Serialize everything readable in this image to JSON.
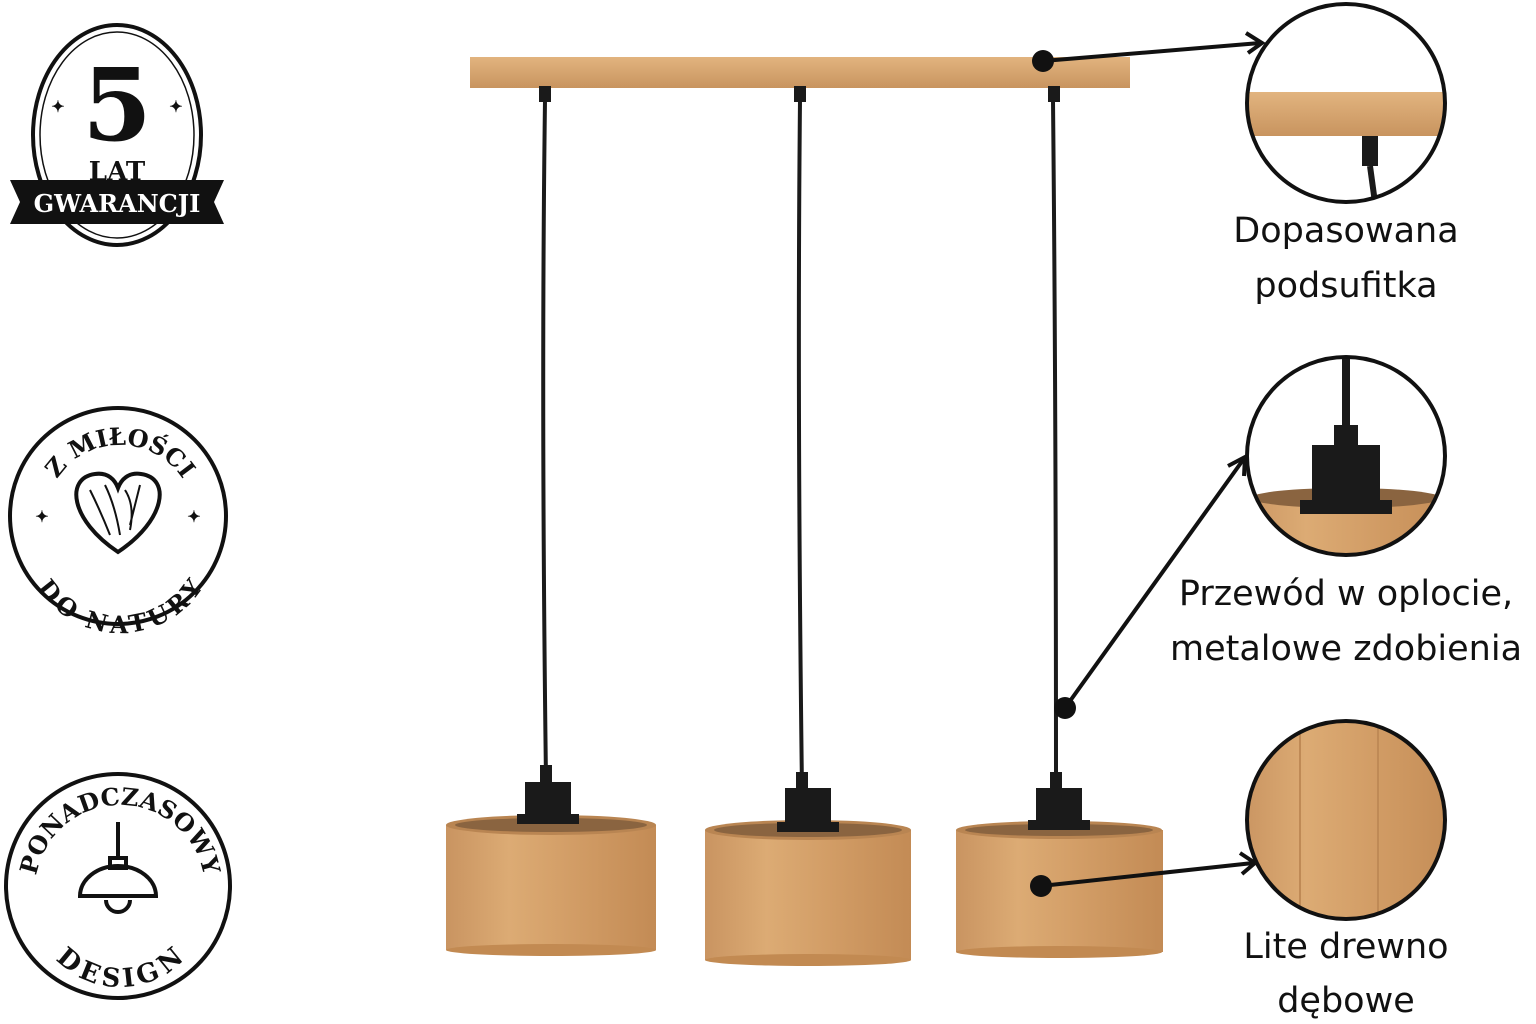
{
  "badges": [
    {
      "number": "5",
      "line1": "LAT",
      "line2": "GWARANCJI"
    },
    {
      "top": "Z MIŁOŚCI",
      "bottom": "DO NATURY"
    },
    {
      "top": "PONADCZASOWY",
      "bottom": "DESIGN"
    }
  ],
  "callouts": [
    {
      "line1": "Dopasowana",
      "line2": "podsufitka"
    },
    {
      "line1": "Przewód w oplocie,",
      "line2": "metalowe zdobienia"
    },
    {
      "line1": "Lite drewno",
      "line2": "dębowe"
    }
  ],
  "colors": {
    "wood": "#d9a56c",
    "wood_dark": "#c28a52",
    "ink": "#111111"
  }
}
